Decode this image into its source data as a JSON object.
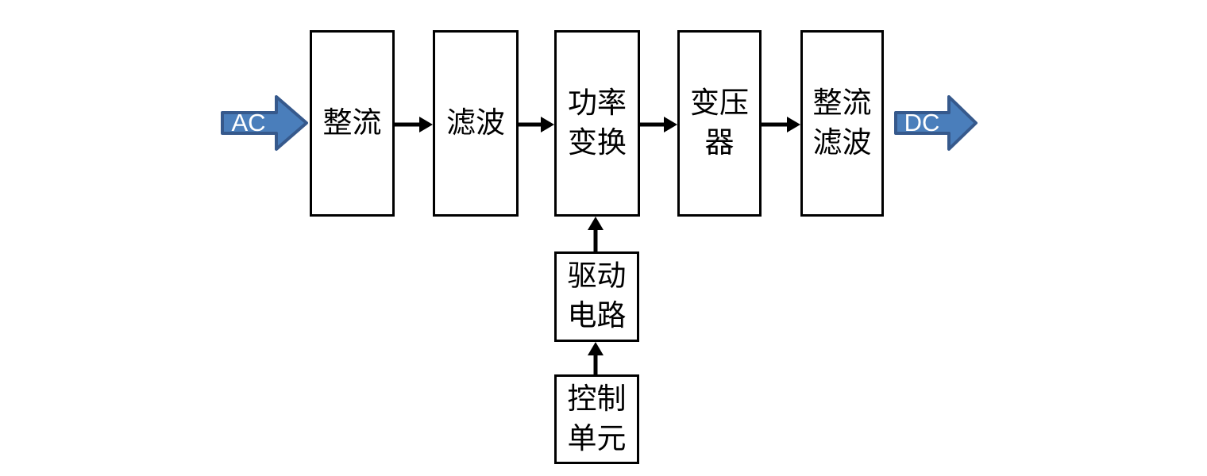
{
  "diagram": {
    "input_label": "AC",
    "output_label": "DC",
    "colors": {
      "flow_arrow_fill": "#4a7ebb",
      "flow_arrow_stroke": "#36598c",
      "flow_arrow_text": "#ffffff",
      "connector_line": "#000000",
      "box_border": "#000000",
      "background": "#ffffff"
    },
    "blocks": {
      "rectifier": {
        "lines": [
          "整流"
        ]
      },
      "filter": {
        "lines": [
          "滤波"
        ]
      },
      "power_conversion": {
        "lines": [
          "功率",
          "变换"
        ]
      },
      "transformer": {
        "lines": [
          "变压",
          "器"
        ]
      },
      "rectifier_filter": {
        "lines": [
          "整流",
          "滤波"
        ]
      },
      "drive_circuit": {
        "lines": [
          "驱动",
          "电路"
        ]
      },
      "control_unit": {
        "lines": [
          "控制",
          "单元"
        ]
      }
    }
  }
}
